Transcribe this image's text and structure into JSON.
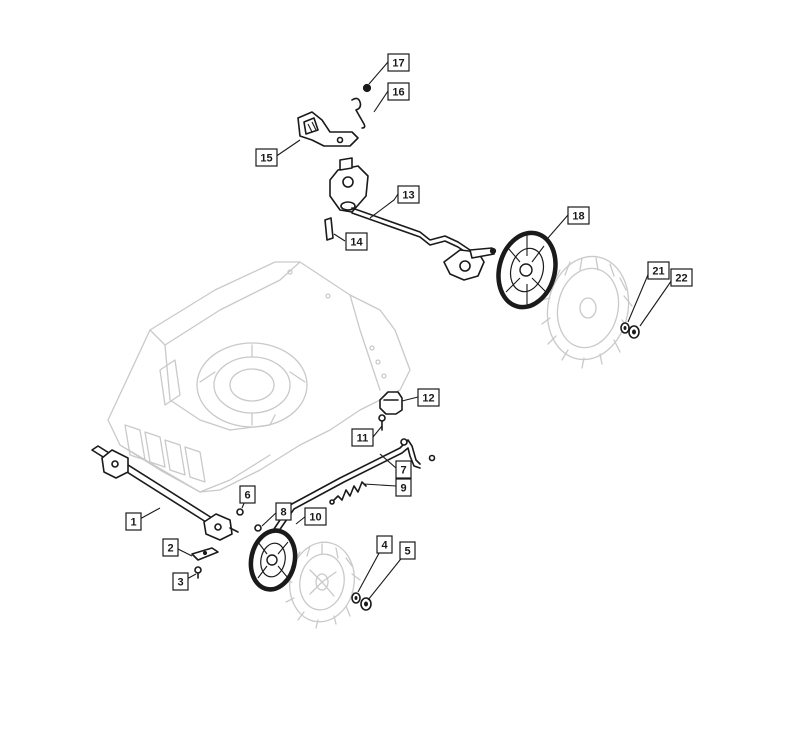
{
  "callouts": [
    {
      "id": "1",
      "label": "1"
    },
    {
      "id": "2",
      "label": "2"
    },
    {
      "id": "3",
      "label": "3"
    },
    {
      "id": "4",
      "label": "4"
    },
    {
      "id": "5",
      "label": "5"
    },
    {
      "id": "6",
      "label": "6"
    },
    {
      "id": "7",
      "label": "7"
    },
    {
      "id": "8",
      "label": "8"
    },
    {
      "id": "9",
      "label": "9"
    },
    {
      "id": "10",
      "label": "10"
    },
    {
      "id": "11",
      "label": "11"
    },
    {
      "id": "12",
      "label": "12"
    },
    {
      "id": "13",
      "label": "13"
    },
    {
      "id": "14",
      "label": "14"
    },
    {
      "id": "15",
      "label": "15"
    },
    {
      "id": "16",
      "label": "16"
    },
    {
      "id": "17",
      "label": "17"
    },
    {
      "id": "18",
      "label": "18"
    },
    {
      "id": "21",
      "label": "21"
    },
    {
      "id": "22",
      "label": "22"
    }
  ]
}
